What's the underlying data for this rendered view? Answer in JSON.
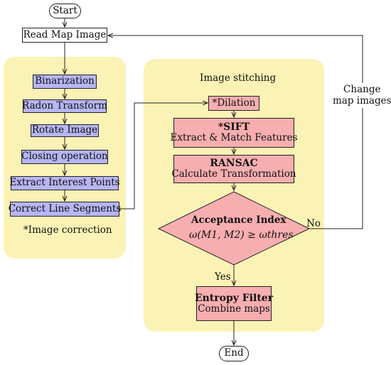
{
  "nodes": {
    "start": "Start",
    "read": "Read Map Image",
    "binarization": "Binarization",
    "radon": "Radon Transform",
    "rotate": "Rotate Image",
    "closing": "Closing operation",
    "extract": "Extract Interest Points",
    "correct": "Correct Line Segments",
    "dilation": "*Dilation",
    "sift_title": "*SIFT",
    "sift_sub": "Extract & Match Features",
    "ransac_title": "RANSAC",
    "ransac_sub": "Calculate Transformation",
    "acceptance_title": "Acceptance Index",
    "acceptance_formula": "ω(M1, M2) ≥ ωthres",
    "entropy_title": "Entropy Filter",
    "entropy_sub": "Combine maps",
    "end": "End"
  },
  "labels": {
    "image_correction": "*Image correction",
    "image_stitching": "Image stitching",
    "change_line1": "Change",
    "change_line2": "map images",
    "no": "No",
    "yes": "Yes"
  },
  "colors": {
    "panel": "#fbf3b5",
    "correction_boxes": "#b7b5f3",
    "stitching_boxes": "#f7aeb0"
  }
}
